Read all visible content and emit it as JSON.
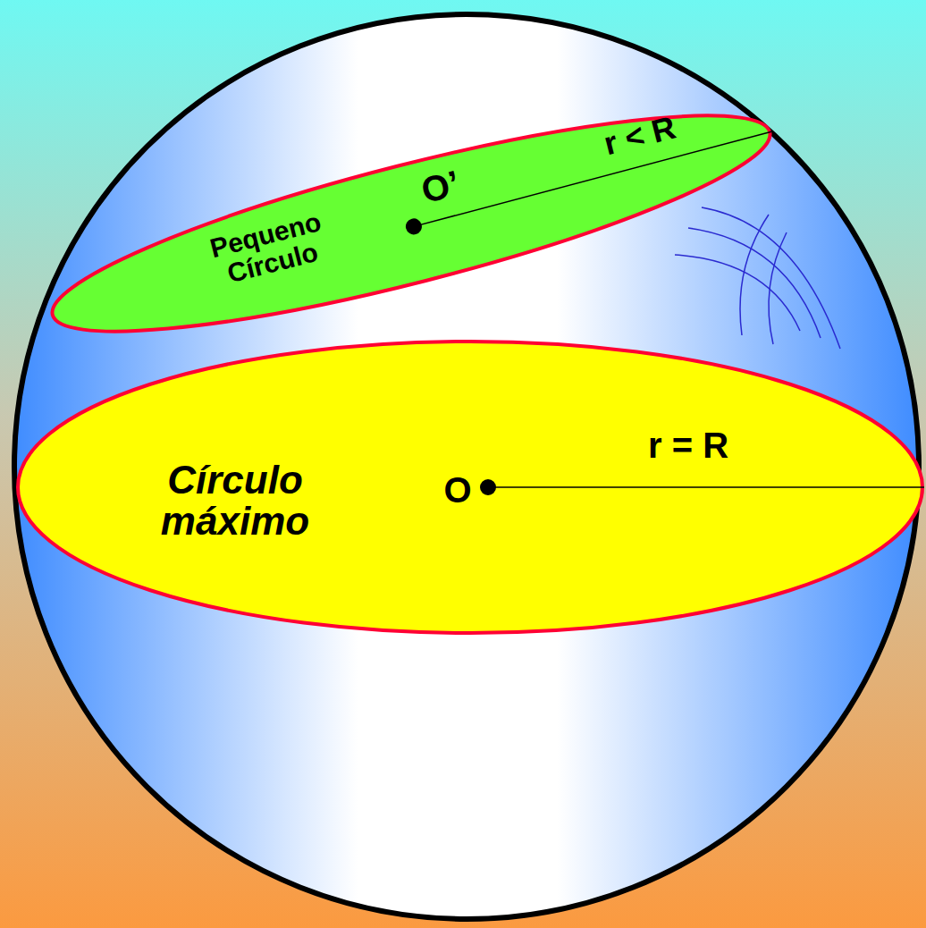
{
  "diagram": {
    "nodes": [
      {
        "text": [
          "Pequeno Círculo",
          "O’",
          "r < R"
        ]
      },
      {
        "text": [
          "Círculo máximo",
          "O",
          "r = R"
        ]
      }
    ]
  }
}
